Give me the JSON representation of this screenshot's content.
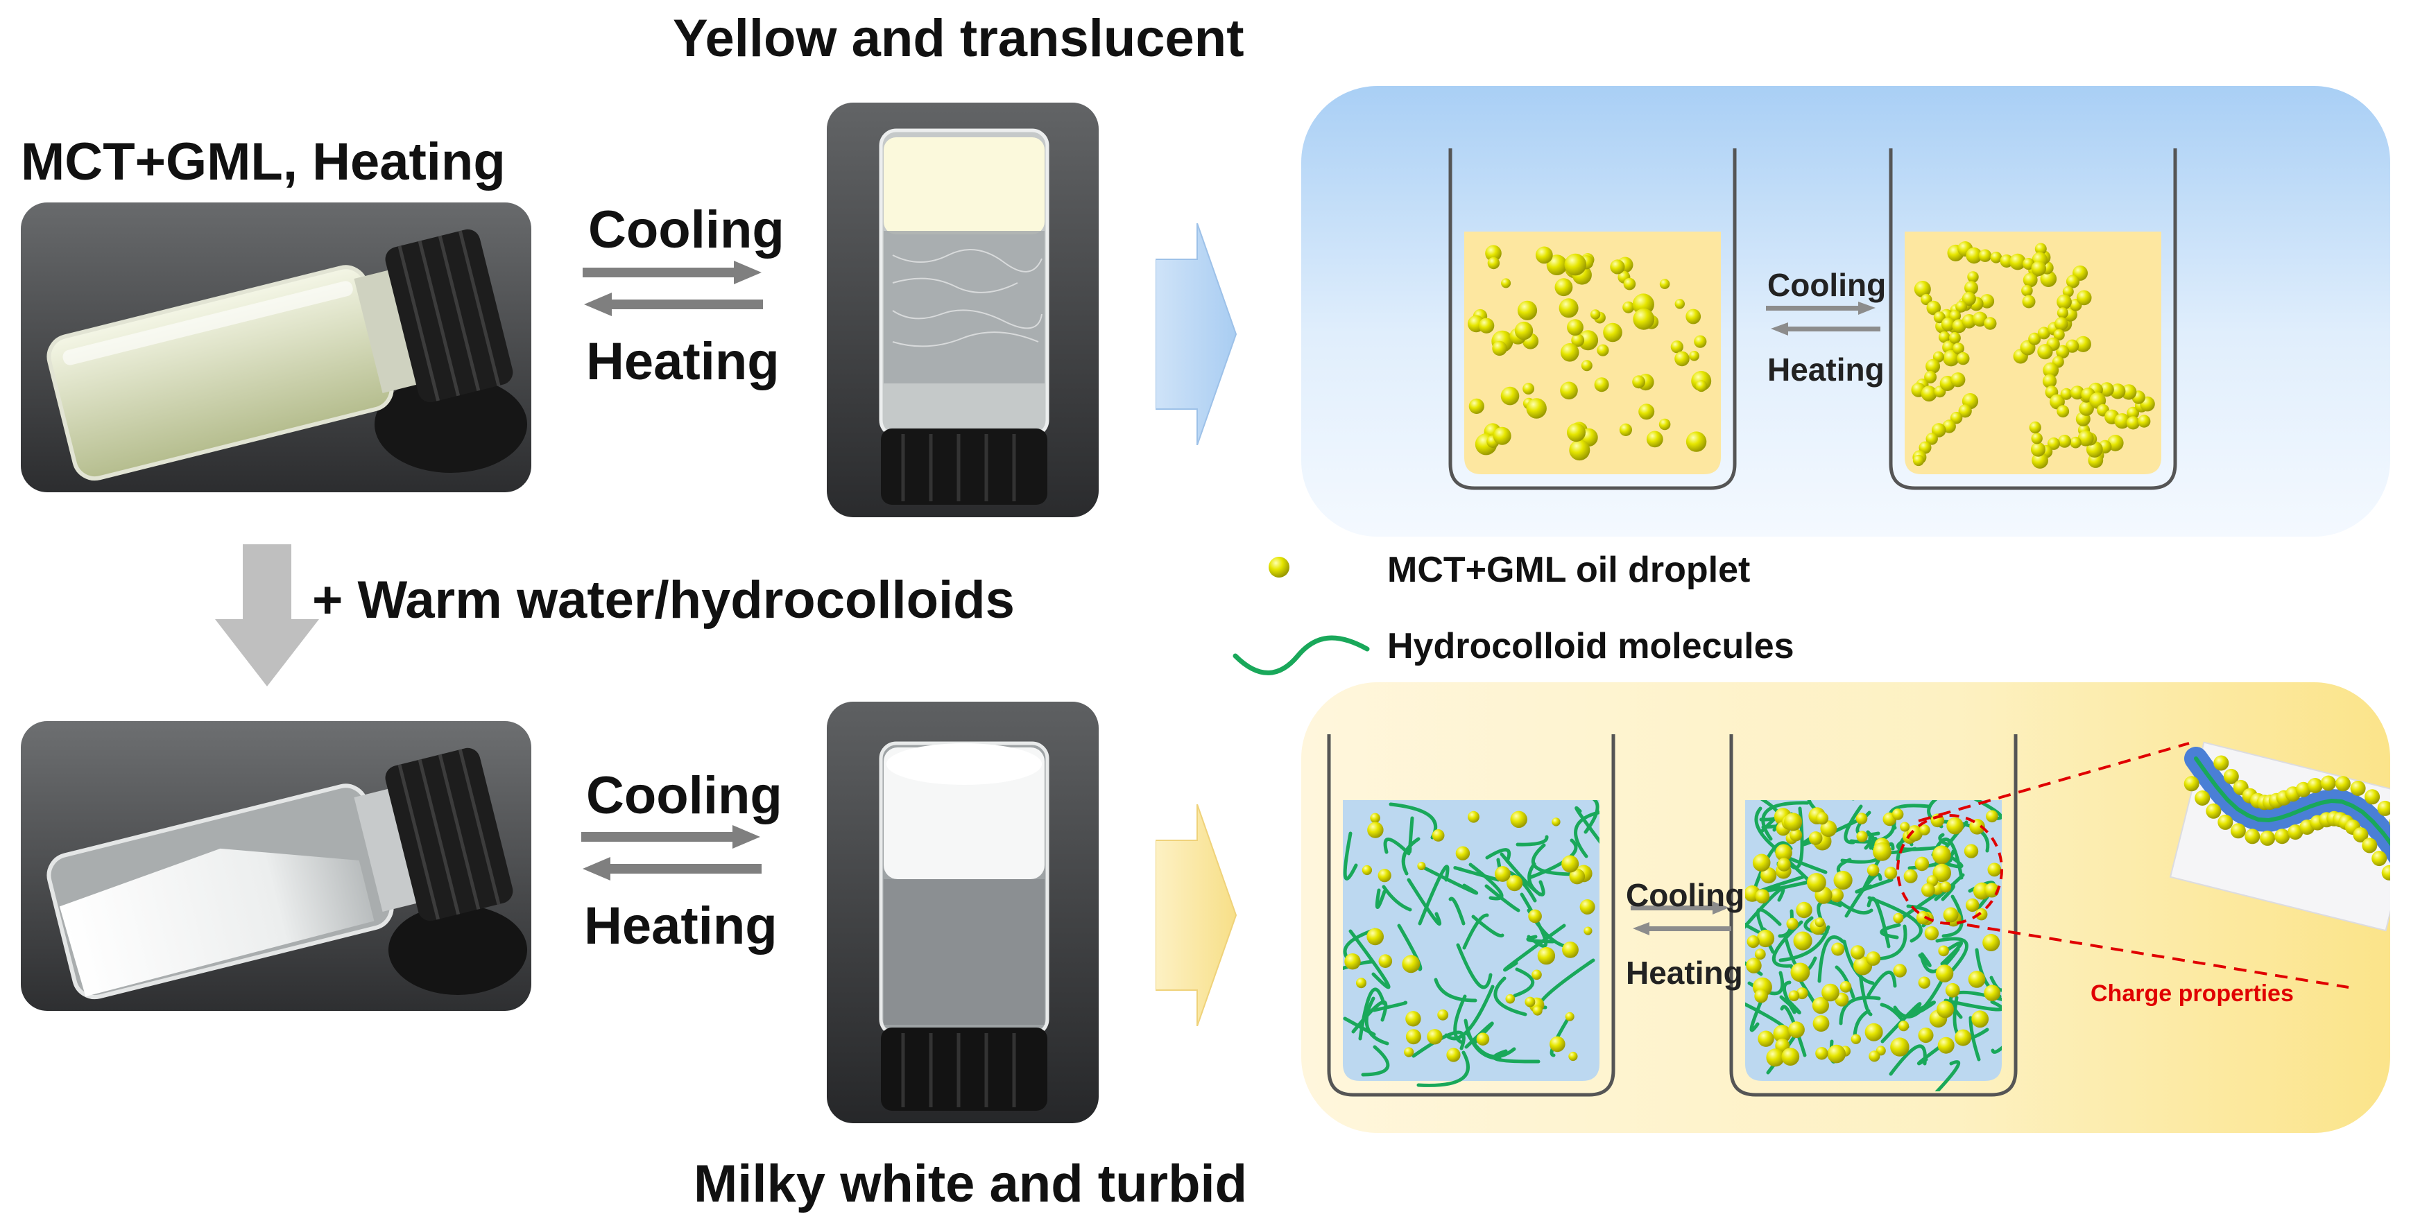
{
  "labels": {
    "top_title": "Yellow and translucent",
    "left_title": "MCT+GML, Heating",
    "add_step": "+ Warm water/hydrocolloids",
    "bottom_title": "Milky white and turbid"
  },
  "photo_arrows": {
    "top": {
      "forward": "Cooling",
      "backward": "Heating"
    },
    "bottom": {
      "forward": "Cooling",
      "backward": "Heating"
    }
  },
  "panel_top": {
    "forward": "Cooling",
    "backward": "Heating"
  },
  "panel_bottom": {
    "forward": "Cooling",
    "backward": "Heating",
    "zoom_label": "Charge properties"
  },
  "legend": {
    "oil_droplet": "MCT+GML oil droplet",
    "hydrocolloid": "Hydrocolloid molecules"
  },
  "colors": {
    "droplet": "#d8d800",
    "hydrocolloid": "#19a85a",
    "oil_phase": "#fde7a0",
    "water_phase": "#bcd8f0",
    "panel_top_bg": "#d4e8fb",
    "panel_bottom_bg": "#fcefb0",
    "charge_red": "#e00000"
  }
}
